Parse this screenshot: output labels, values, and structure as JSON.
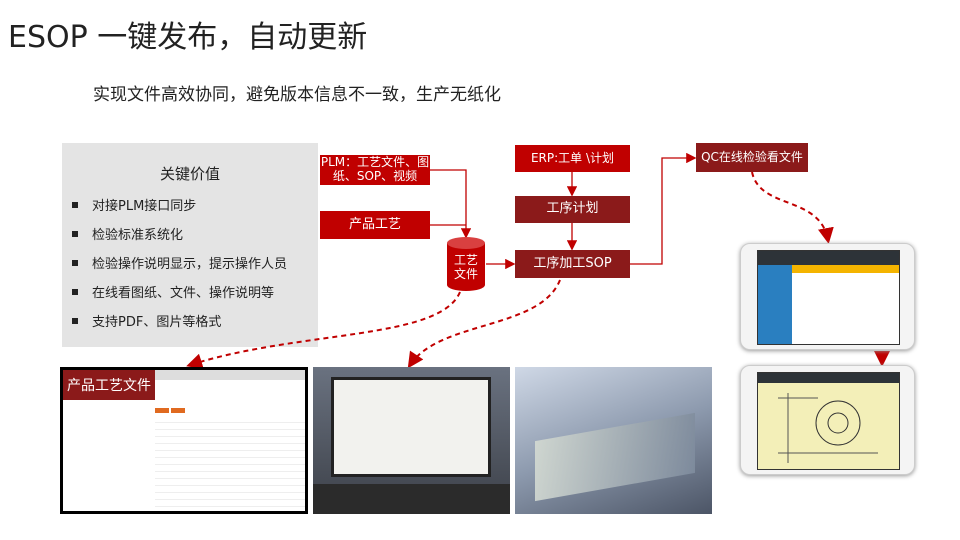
{
  "title": "ESOP 一键发布，自动更新",
  "subtitle": "实现文件高效协同，避免版本信息不一致，生产无纸化",
  "key_values": {
    "heading": "关键价值",
    "items": [
      "对接PLM接口同步",
      "检验标准系统化",
      "检验操作说明显示，提示操作人员",
      "在线看图纸、文件、操作说明等",
      "支持PDF、图片等格式"
    ]
  },
  "flow": {
    "plm": "PLM：工艺文件、图纸、SOP、视频",
    "product_process": "产品工艺",
    "process_files": "工艺文件",
    "erp": "ERP:工单 \\计划",
    "op_plan": "工序计划",
    "op_sop": "工序加工SOP",
    "qc": "QC在线检验看文件"
  },
  "screenshot_label": "产品工艺文件",
  "colors": {
    "red": "#c00000",
    "dark_red": "#8b1a1a",
    "panel": "#e4e4e4"
  }
}
